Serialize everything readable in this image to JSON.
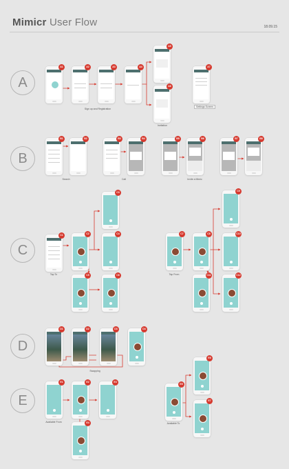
{
  "header": {
    "brand": "Mimicr",
    "subtitle": "User Flow",
    "date": "18.09.15"
  },
  "sections": [
    "A",
    "B",
    "C",
    "D",
    "E"
  ],
  "labels": {
    "sign_up": "Sign up and Registration",
    "invitation": "Invitation",
    "settings_screen": "Settings Screen",
    "search": "Search",
    "call": "Call",
    "invite": "Invite a Mimic",
    "tap_to": "Tap To",
    "tap_from": "Tap From",
    "swapping": "Swapping",
    "available_from": "Available From",
    "available_to": "Available To"
  },
  "badges": {
    "A": [
      "A1",
      "A2",
      "A3",
      "A4",
      "A5",
      "A6",
      "A7"
    ],
    "B": [
      "B1",
      "B2",
      "B3",
      "B4",
      "B5",
      "B6",
      "B7",
      "B8"
    ],
    "C": [
      "C1",
      "C2",
      "C3",
      "C4",
      "C5",
      "C6",
      "C7",
      "C8",
      "C9",
      "C10",
      "C11",
      "C12"
    ],
    "D": [
      "D1",
      "D2",
      "D3",
      "D4"
    ],
    "E": [
      "E1",
      "E2",
      "E3",
      "E4",
      "E5",
      "E6",
      "E7"
    ]
  },
  "colors": {
    "connector": "#d63a2f",
    "badge": "#d63a2f",
    "teal": "#8fd3d0",
    "background": "#e6e6e6"
  }
}
